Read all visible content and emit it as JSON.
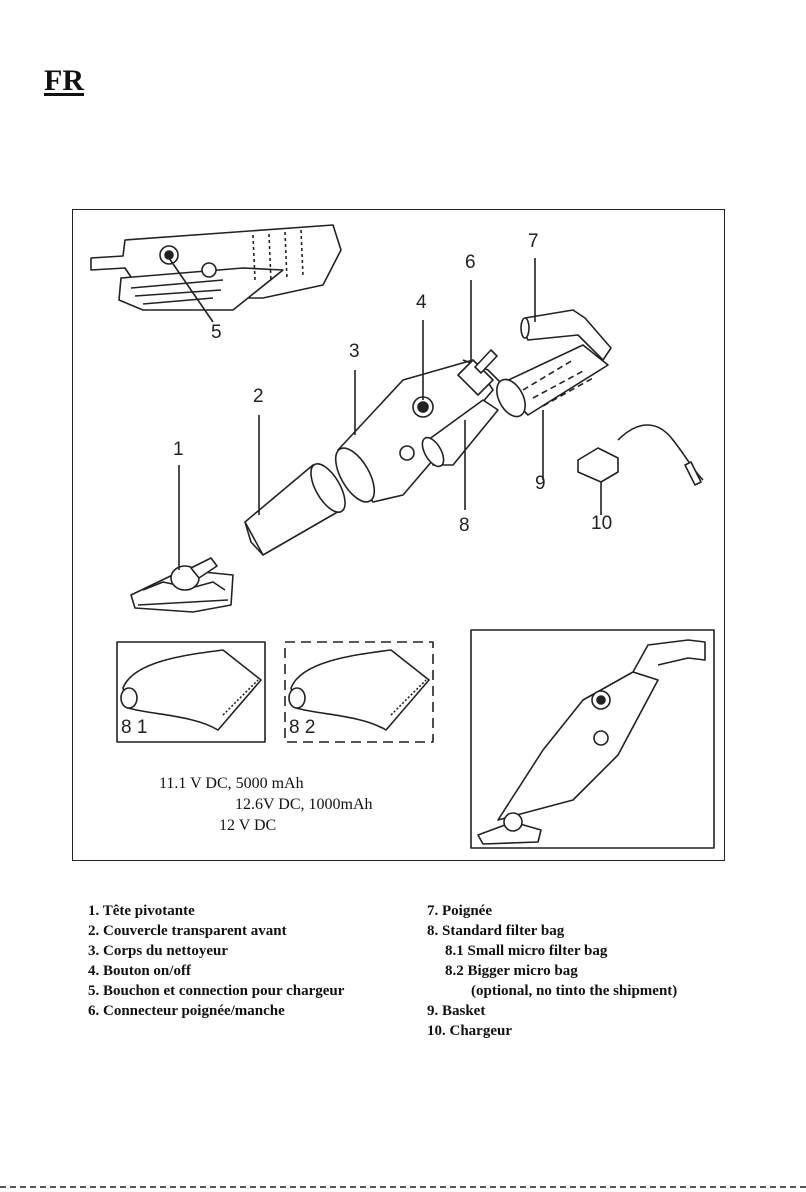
{
  "header": {
    "lang_code": "FR"
  },
  "figure": {
    "callouts": [
      "1",
      "2",
      "3",
      "4",
      "5",
      "6",
      "7",
      "8",
      "9",
      "10"
    ],
    "bag_labels": [
      "8 1",
      "8 2"
    ],
    "specs": [
      "11.1 V DC, 5000 mAh",
      "12.6V DC, 1000mAh",
      "12 V DC"
    ]
  },
  "legend": {
    "left": [
      "1. Tête pivotante",
      "2. Couvercle transparent avant",
      "3. Corps du nettoyeur",
      "4. Bouton on/off",
      "5. Bouchon et connection pour chargeur",
      "6. Connecteur poignée/manche"
    ],
    "right": [
      "7. Poignée",
      "8. Standard filter bag",
      "8.1 Small micro filter bag",
      "8.2 Bigger micro bag",
      "(optional, no tinto the shipment)",
      "9. Basket",
      "10. Chargeur"
    ]
  }
}
